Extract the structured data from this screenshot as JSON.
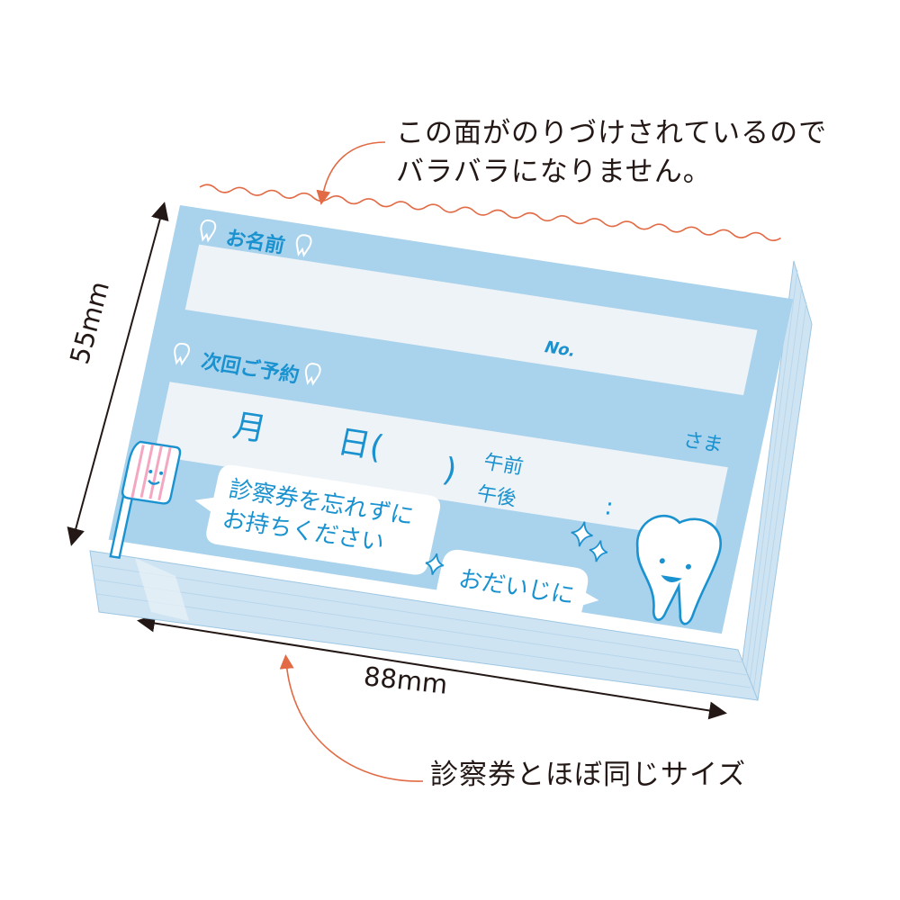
{
  "annotations": {
    "glue_note_line1": "この面がのりづけされているので",
    "glue_note_line2": "バラバラになりません。",
    "height_label": "55mm",
    "width_label": "88mm",
    "size_note": "診察券とほぼ同じサイズ"
  },
  "card": {
    "name_label": "お名前",
    "number_label": "No.",
    "next_appointment_label": "次回ご予約",
    "sama_label": "さま",
    "month_label": "月",
    "day_label": "日(",
    "close_paren": ")",
    "am_label": "午前",
    "pm_label": "午後",
    "time_colon": ":",
    "bubble1_line1": "診察券を忘れずに",
    "bubble1_line2": "お持ちください",
    "bubble2_text": "おだいじに"
  },
  "colors": {
    "card_blue": "#a9d2ec",
    "accent_blue": "#1a92cf",
    "arrow_orange": "#e26a45",
    "stack_side": "#8ebfe0"
  },
  "icons": [
    "tooth-icon",
    "toothbrush-icon",
    "sparkle-icon",
    "arrow-icon"
  ]
}
